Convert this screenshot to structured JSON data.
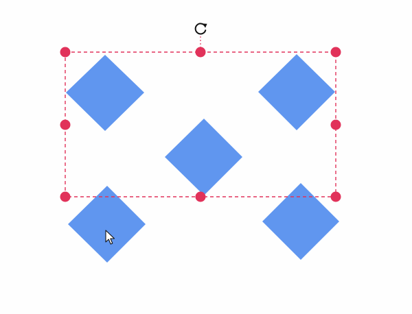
{
  "canvas": {
    "background": "#fefefe"
  },
  "shapes": {
    "fill_color": "#6096ef",
    "items": [
      {
        "name": "diamond-shape-top-left",
        "selected": true
      },
      {
        "name": "diamond-shape-top-right",
        "selected": true
      },
      {
        "name": "diamond-shape-center",
        "selected": true
      },
      {
        "name": "diamond-shape-bottom-left",
        "selected": false
      },
      {
        "name": "diamond-shape-bottom-right",
        "selected": false
      }
    ]
  },
  "selection": {
    "outline_color": "#e1325a",
    "handle_color": "#e1325a",
    "rotate_icon": "rotate-icon",
    "rotate_icon_color": "#111111"
  },
  "cursor": {
    "icon": "arrow-pointer-icon"
  }
}
